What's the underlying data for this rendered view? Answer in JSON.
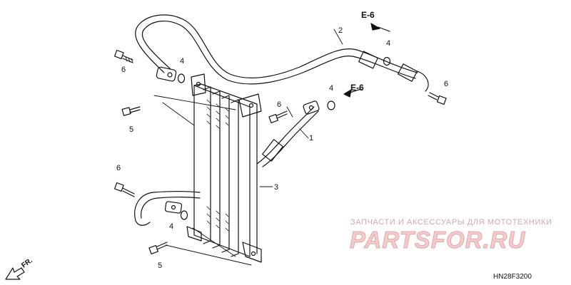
{
  "callouts": {
    "c1": "1",
    "c2": "2",
    "c3": "3",
    "c4a": "4",
    "c4b": "4",
    "c4c": "4",
    "c4d": "4",
    "c5a": "5",
    "c5b": "5",
    "c6a": "6",
    "c6b": "6",
    "c6c": "6",
    "c6d": "6"
  },
  "refs": {
    "top": "E-6",
    "mid": "E-6"
  },
  "front_label": "FR.",
  "diagram_code": "HN28F3200",
  "watermark": {
    "caption": "ЗАПЧАСТИ И АКСЕССУАРЫ ДЛЯ МОТОТЕХНИКИ",
    "logo": "PARTSFOR.RU"
  },
  "colors": {
    "ink": "#111111",
    "watermark": "#e6a8a8"
  }
}
